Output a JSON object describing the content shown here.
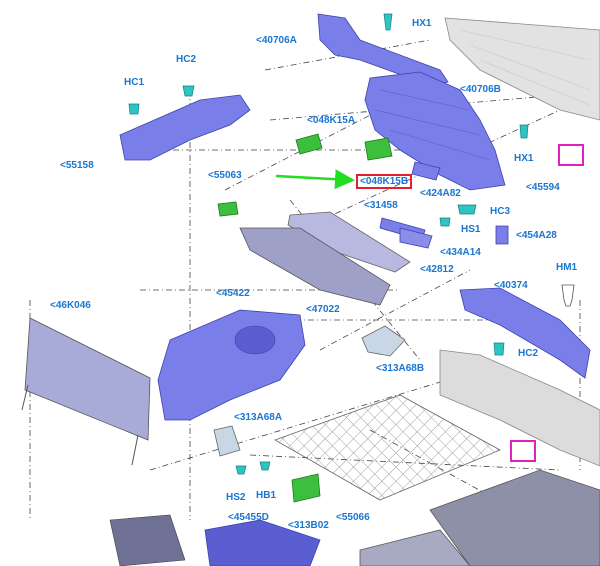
{
  "colors": {
    "label": "#1976d2",
    "part_fill": "#7a7ee8",
    "part_dark": "#4a4fc4",
    "clip_fill": "#2ec4c4",
    "green_part": "#3cbf3c",
    "arrow": "#22dd22",
    "highlight_box": "#e02030",
    "view_box": "#e020c0",
    "gray_panel": "#dcdcdc",
    "line": "#333333"
  },
  "highlighted_part": "<048K15B",
  "labels": {
    "hx1_top": "HX1",
    "p40706a": "<40706A",
    "p40706b": "<40706B",
    "hc2_top": "HC2",
    "hc1": "HC1",
    "p55158": "<55158",
    "p048k15a": "<048K15A",
    "p048k15b": "<048K15B",
    "p424a82": "<424A82",
    "p45594": "<45594",
    "hx1_right": "HX1",
    "p55063": "<55063",
    "p31458": "<31458",
    "hc3": "HC3",
    "hs1": "HS1",
    "p454a28": "<454A28",
    "p434a14": "<434A14",
    "p42812": "<42812",
    "p47022": "<47022",
    "hm1": "HM1",
    "p46k046": "<46K046",
    "p45422": "<45422",
    "p40374": "<40374",
    "hc2_right": "HC2",
    "p313a68b": "<313A68B",
    "p313a68a": "<313A68A",
    "hs2": "HS2",
    "hb1": "HB1",
    "p313b02": "<313B02",
    "p55066": "<55066",
    "p45455d": "<45455D"
  }
}
